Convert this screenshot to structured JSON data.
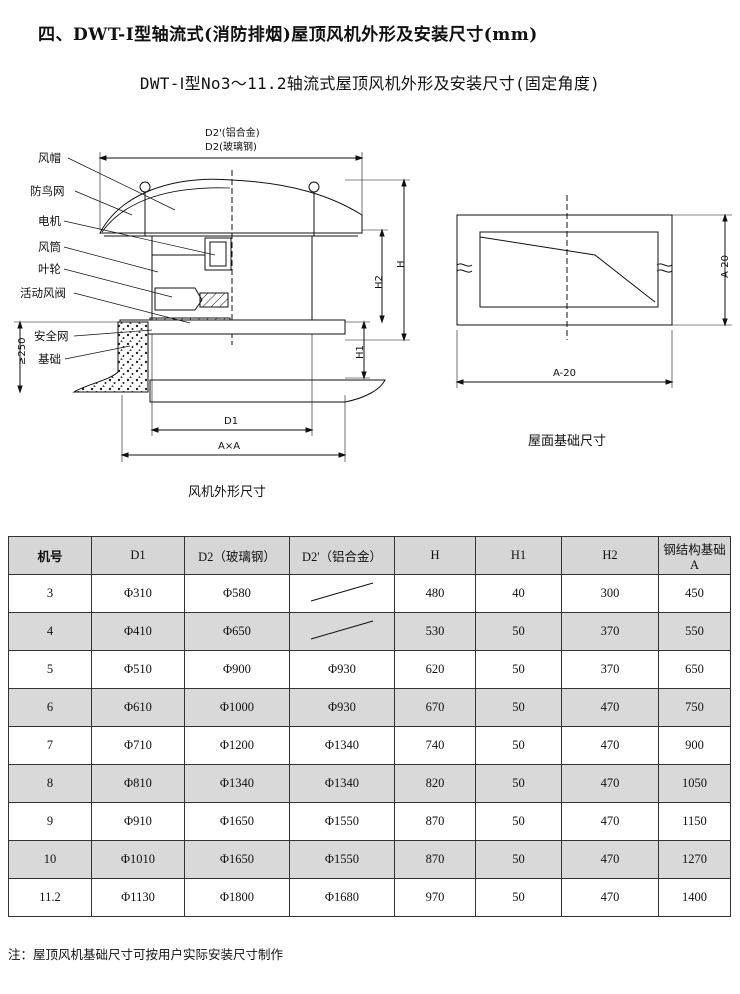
{
  "heading": "四、DWT-Ⅰ型轴流式(消防排烟)屋顶风机外形及安装尺寸(mm)",
  "subheading": "DWT-Ⅰ型No3～11.2轴流式屋顶风机外形及安装尺寸(固定角度)",
  "fan_drawing": {
    "caption": "风机外形尺寸",
    "part_labels": [
      "风帽",
      "防鸟网",
      "电机",
      "风筒",
      "叶轮",
      "活动风阀",
      "安全网",
      "基础"
    ],
    "dims": {
      "d2_alu": "D2'(铝合金)",
      "d2_frp": "D2(玻璃钢)",
      "h": "H",
      "h2": "H2",
      "h1": "H1",
      "d1": "D1",
      "axa": "A×A",
      "min_height": "≥250"
    }
  },
  "base_drawing": {
    "caption": "屋面基础尺寸",
    "width_label": "A-20",
    "height_label": "A-20"
  },
  "table": {
    "headers": [
      "机号",
      "D1",
      "D2（玻璃钢）",
      "D2'（铝合金）",
      "H",
      "H1",
      "H2",
      "钢结构基础A"
    ],
    "rows": [
      [
        "3",
        "Φ310",
        "Φ580",
        "",
        "480",
        "40",
        "300",
        "450"
      ],
      [
        "4",
        "Φ410",
        "Φ650",
        "",
        "530",
        "50",
        "370",
        "550"
      ],
      [
        "5",
        "Φ510",
        "Φ900",
        "Φ930",
        "620",
        "50",
        "370",
        "650"
      ],
      [
        "6",
        "Φ610",
        "Φ1000",
        "Φ930",
        "670",
        "50",
        "470",
        "750"
      ],
      [
        "7",
        "Φ710",
        "Φ1200",
        "Φ1340",
        "740",
        "50",
        "470",
        "900"
      ],
      [
        "8",
        "Φ810",
        "Φ1340",
        "Φ1340",
        "820",
        "50",
        "470",
        "1050"
      ],
      [
        "9",
        "Φ910",
        "Φ1650",
        "Φ1550",
        "870",
        "50",
        "470",
        "1150"
      ],
      [
        "10",
        "Φ1010",
        "Φ1650",
        "Φ1550",
        "870",
        "50",
        "470",
        "1270"
      ],
      [
        "11.2",
        "Φ1130",
        "Φ1800",
        "Φ1680",
        "970",
        "50",
        "470",
        "1400"
      ]
    ]
  },
  "note": "注：屋顶风机基础尺寸可按用户实际安装尺寸制作"
}
